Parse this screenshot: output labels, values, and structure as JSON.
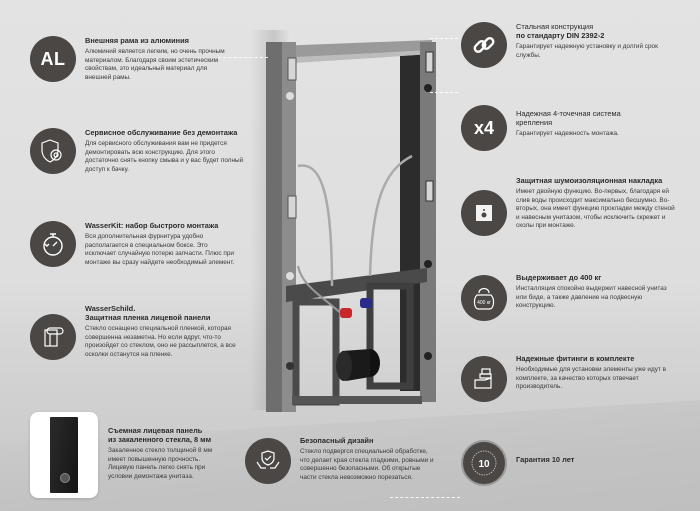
{
  "features_left": [
    {
      "icon": "aluminium-al-icon",
      "icon_label": "AL",
      "title": "Внешняя рама из алюминия",
      "desc": "Алюминий является легким, но очень прочным материалом. Благодаря своим эстетическим свойствам, это идеальный материал для внешней рамы."
    },
    {
      "icon": "shield-gear-icon",
      "title": "Сервисное обслуживание без демонтажа",
      "desc": "Для сервисного обслуживания вам не придется демонтировать всю конструкцию. Для этого достаточно снять кнопку смыва и у вас будет полный доступ к бачку."
    },
    {
      "icon": "stopwatch-icon",
      "title": "WasserKit: набор быстрого монтажа",
      "desc": "Вся дополнительная фурнитура удобно располагается в специальном боксе. Это исключает случайную потерю запчасти. Плюс при монтаже вы сразу найдете необходимый элемент."
    },
    {
      "icon": "film-roll-icon",
      "title": "WasserSchild.",
      "title2": "Защитная пленка лицевой панели",
      "desc": "Стекло оснащено специальной пленкой, которая совершенна незаметна. Но если вдруг, что-то произойдет со стеклом, оно не рассыплется, а все осколки останутся на пленке."
    },
    {
      "icon": "glass-panel-image",
      "title": "Съемная лицевая панель",
      "title2": "из закаленного стекла, 8 мм",
      "desc": "Закаленное стекло толщиной 8 мм имеет повышенную прочность. Лицевую панель легко снять при условии демонтажа унитаза."
    }
  ],
  "features_right": [
    {
      "icon": "chain-link-icon",
      "title": "Стальная конструкция",
      "title2": "по стандарту DIN 2392-2",
      "desc": "Гарантирует надежную установку и долгий срок службы."
    },
    {
      "icon": "x4-icon",
      "icon_label": "x4",
      "title": "Надежная 4-точечная система",
      "title2": "крепления",
      "desc": "Гарантирует надежность монтажа."
    },
    {
      "icon": "noise-pad-icon",
      "title": "Защитная шумоизоляционная накладка",
      "desc": "Имеет двойную функцию. Во-первых, благодаря ей слив воды происходит максимально бесшумно. Во-вторых, она имеет функцию прокладки между стеной и навесным унитазом, чтобы исключить скрежет и сколы при монтаже."
    },
    {
      "icon": "kettlebell-icon",
      "icon_label": "400 кг",
      "title": "Выдерживает до 400 кг",
      "desc": "Инсталляция спокойно выдержит навесной унитаз или биде, а также давление на подвесную конструкцию."
    },
    {
      "icon": "pipe-fitting-icon",
      "title": "Надежные фитинги в комплекте",
      "desc": "Необходимые для установки элементы уже идут в комплекте, за качество которых отвечает производитель."
    },
    {
      "icon": "guarantee-seal-icon",
      "icon_label": "10",
      "title": "Гарантия 10 лет"
    }
  ],
  "feature_bottom": {
    "icon": "hands-shield-icon",
    "title": "Безопасный дизайн",
    "desc": "Стекло подвергся специальной обработке, что делает края стекла гладкими, ровными и совершенно безопасными. Об открытые части стекла невозможно порезаться."
  },
  "colors": {
    "icon_bg": "#4a4745",
    "background": "#e0e0e0",
    "frame": "#5a5a5a"
  }
}
